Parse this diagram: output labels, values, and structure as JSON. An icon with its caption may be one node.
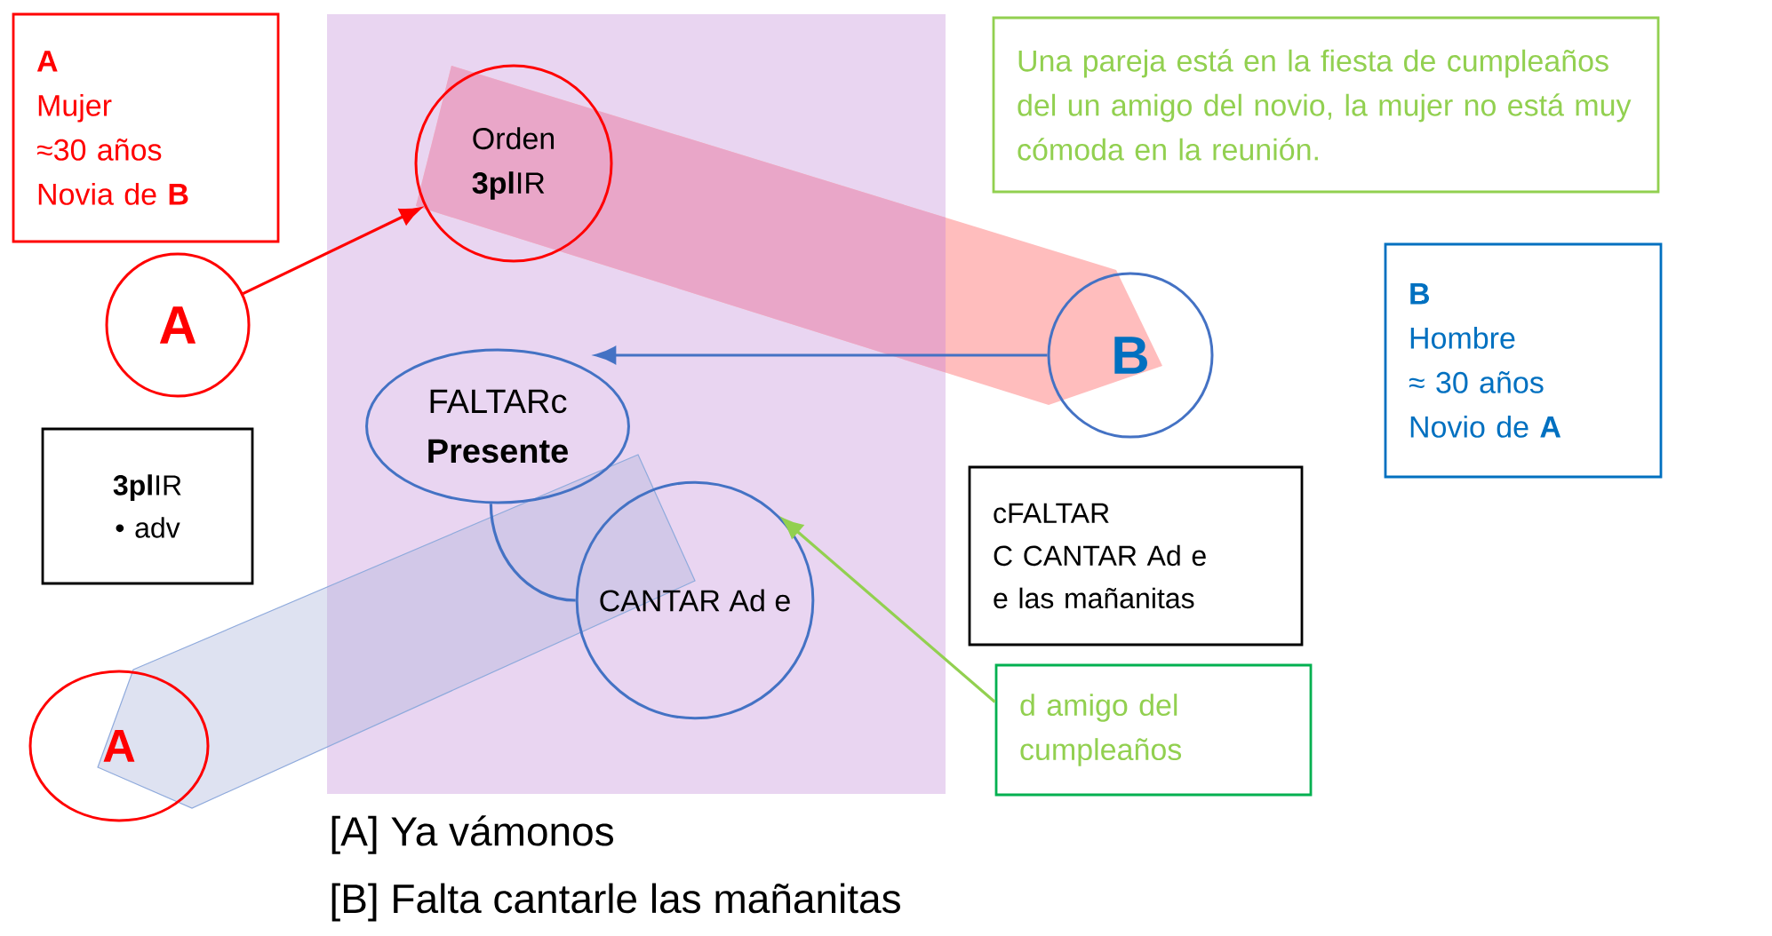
{
  "diagram": {
    "nodes": [
      {
        "text": [
          "A",
          "Mujer",
          "≈30 años",
          "Novia de **B**"
        ]
      },
      {
        "text": [
          "A"
        ]
      },
      {
        "text": [
          "Orden",
          "**3pl**IR"
        ]
      },
      {
        "text": [
          "Una pareja está en la fiesta de cumpleaños del un amigo del novio, la mujer no está muy cómoda en la reunión."
        ]
      },
      {
        "text": [
          "B",
          "Hombre",
          "≈ 30 años",
          "Novio de **A**"
        ]
      },
      {
        "text": [
          "B"
        ]
      },
      {
        "text": [
          "FALTARc",
          "Presente"
        ]
      },
      {
        "text": [
          "**3pl**IR",
          "•  adv"
        ]
      },
      {
        "text": [
          "cFALTAR",
          "C CANTAR Ad e",
          "e las mañanitas"
        ]
      },
      {
        "text": [
          "CANTAR  Ad e"
        ]
      },
      {
        "text": [
          "d amigo del cumpleaños"
        ]
      },
      {
        "text": [
          "A"
        ]
      }
    ],
    "edges": [
      {
        "from": 1,
        "to": 2,
        "arrow": "to",
        "color": "#ff0000"
      },
      {
        "from": 5,
        "to": 6,
        "arrow": "to",
        "color": "#4472c4"
      },
      {
        "from": 10,
        "to": 9,
        "arrow": "to",
        "color": "#92d050"
      },
      {
        "from": 6,
        "to": 9,
        "arrow": "none",
        "color": "#4472c4"
      }
    ],
    "labels": [
      "[A] Ya vámonos",
      "[B] Falta cantarle las mañanitas"
    ]
  }
}
